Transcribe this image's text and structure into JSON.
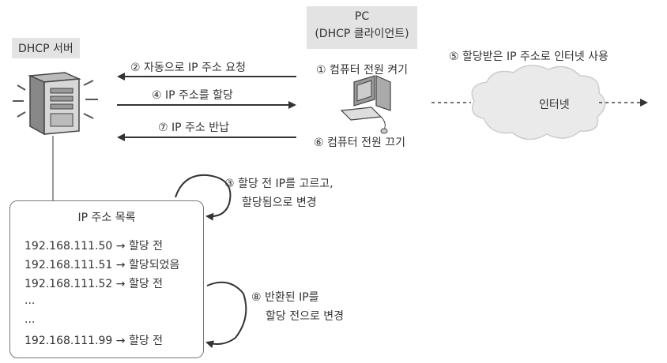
{
  "pc": {
    "title": "PC",
    "subtitle": "(DHCP 클라이언트)"
  },
  "server": {
    "label": "DHCP 서버"
  },
  "internet": {
    "label": "인터넷"
  },
  "steps": {
    "s1": "① 컴퓨터 전원 켜기",
    "s2": "② 자동으로 IP 주소 요청",
    "s3_line1": "③ 할당 전 IP를 고르고,",
    "s3_line2": "할당됨으로 변경",
    "s4": "④ IP 주소를 할당",
    "s5": "⑤ 할당받은 IP 주소로 인터넷 사용",
    "s6": "⑥ 컴퓨터 전원 끄기",
    "s7": "⑦ IP 주소 반납",
    "s8_line1": "⑧ 반환된 IP를",
    "s8_line2": "할당 전으로 변경"
  },
  "ip_list": {
    "title": "IP 주소 목록",
    "entries": [
      "192.168.111.50 → 할당 전",
      "192.168.111.51 → 할당되었음",
      "192.168.111.52 → 할당 전",
      "...",
      "...",
      "192.168.111.99 → 할당 전"
    ]
  }
}
